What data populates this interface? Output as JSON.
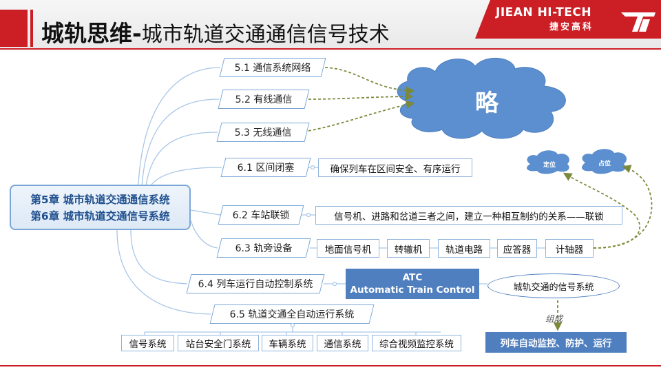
{
  "header": {
    "title_bold": "城轨思维-",
    "title_rest": "城市轨道交通通信信号技术",
    "logo_en": "JIEAN HI-TECH",
    "logo_cn": "捷安高科"
  },
  "center": {
    "line1": "第5章 城市轨道交通通信系统",
    "line2": "第6章 城市轨道交通信号系统"
  },
  "nodes": {
    "n51": "5.1 通信系统网络",
    "n52": "5.2 有线通信",
    "n53": "5.3 无线通信",
    "n61": "6.1 区间闭塞",
    "n62": "6.2 车站联锁",
    "n63": "6.3 轨旁设备",
    "n64": "6.4 列车运行自动控制系统",
    "n65": "6.5 轨道交通全自动运行系统"
  },
  "cloud": {
    "label": "略",
    "small1": "定位",
    "small2": "占位"
  },
  "desc61": "确保列车在区间安全、有序运行",
  "desc62": "信号机、进路和岔道三者之间，建立一种相互制约的关系——联锁",
  "trackside": [
    "地面信号机",
    "转辙机",
    "轨道电路",
    "应答器",
    "计轴器"
  ],
  "atc": {
    "line1": "ATC",
    "line2": "Automatic Train Control"
  },
  "signal_system": "城轨交通的信号系统",
  "zucheng": "组成",
  "auto_box": "列车自动监控、防护、运行",
  "fao_items": [
    "信号系统",
    "站台安全门系统",
    "车辆系统",
    "通信系统",
    "综合视频监控系统"
  ],
  "colors": {
    "brand_red": "#cc1f25",
    "accent_blue": "#4f7fbf",
    "line_blue": "#7aa7d8",
    "arrow_olive": "#7a8a3a"
  }
}
